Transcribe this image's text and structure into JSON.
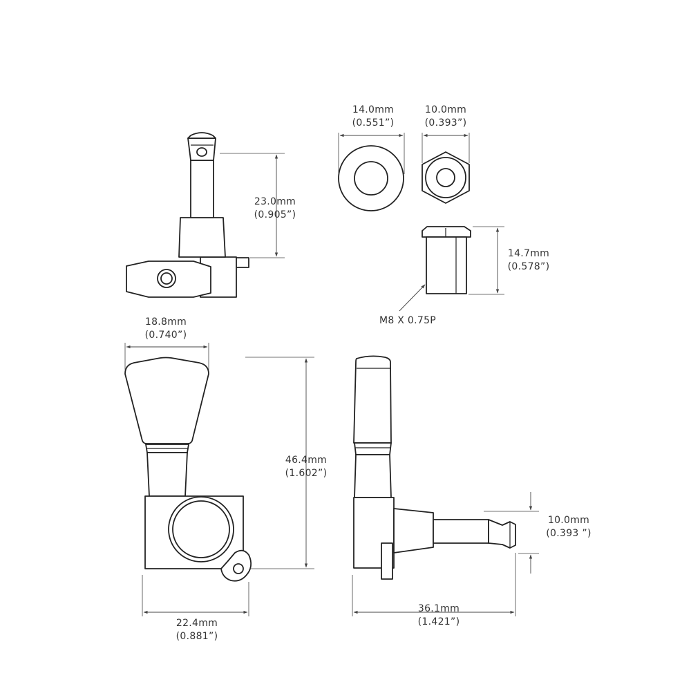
{
  "dimensions": {
    "bushing_od": {
      "mm": "14.0mm",
      "inch": "(0.551”)"
    },
    "nut_hex": {
      "mm": "10.0mm",
      "inch": "(0.393”)"
    },
    "post_height": {
      "mm": "23.0mm",
      "inch": "(0.905”)"
    },
    "bushing_height": {
      "mm": "14.7mm",
      "inch": "(0.578”)"
    },
    "thread_spec": "M8 X 0.75P",
    "button_width": {
      "mm": "18.8mm",
      "inch": "(0.740”)"
    },
    "overall_height": {
      "mm": "46.4mm",
      "inch": "(1.602”)"
    },
    "post_diameter": {
      "mm": "10.0mm",
      "inch": "(0.393 ”)"
    },
    "base_width": {
      "mm": "22.4mm",
      "inch": "(0.881”)"
    },
    "overall_length": {
      "mm": "36.1mm",
      "inch": "(1.421”)"
    }
  },
  "colors": {
    "line": "#222222",
    "dimension": "#444444",
    "text": "#333333",
    "background": "#ffffff"
  }
}
